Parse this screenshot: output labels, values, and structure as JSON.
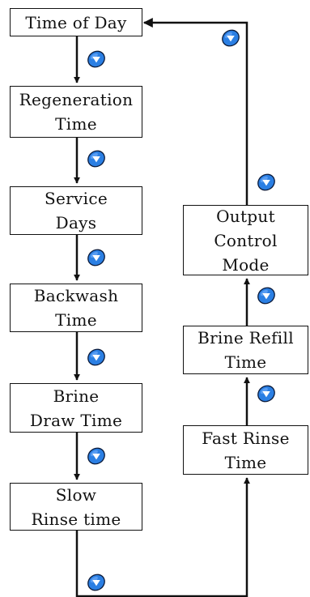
{
  "steps": {
    "time_of_day": [
      "Time of Day"
    ],
    "regeneration_time": [
      "Regeneration",
      "Time"
    ],
    "service_days": [
      "Service",
      "Days"
    ],
    "backwash_time": [
      "Backwash",
      "Time"
    ],
    "brine_draw_time": [
      "Brine",
      "Draw Time"
    ],
    "slow_rinse_time": [
      "Slow",
      "Rinse time"
    ],
    "fast_rinse_time": [
      "Fast Rinse",
      "Time"
    ],
    "brine_refill_time": [
      "Brine Refill",
      "Time"
    ],
    "output_control_mode": [
      "Output",
      "Control",
      "Mode"
    ]
  },
  "button_icon": "down-arrow-button-icon",
  "colors": {
    "button_fill": "#2b7fe3",
    "button_outline": "#0a1a3a",
    "line": "#111111"
  }
}
